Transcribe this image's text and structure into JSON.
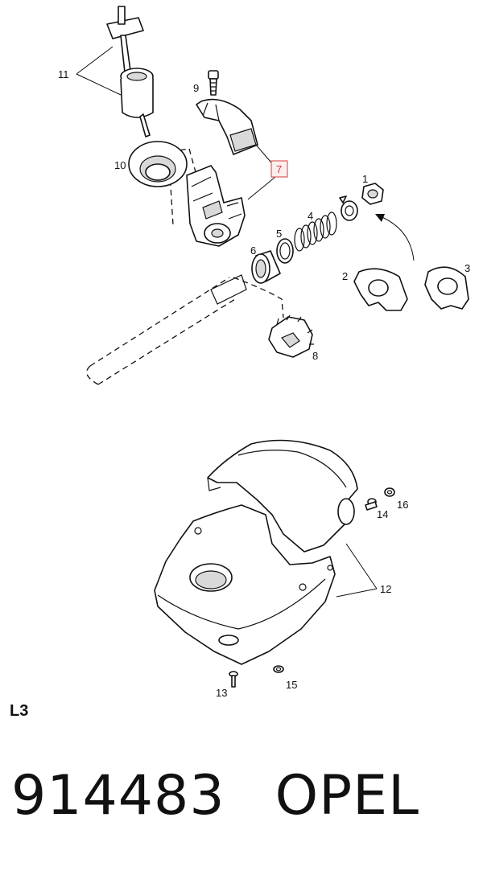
{
  "diagram": {
    "callouts": {
      "p1": "1",
      "p2": "2",
      "p3": "3",
      "p4": "4",
      "p5": "5",
      "p6": "6",
      "p7": "7",
      "p8": "8",
      "p9": "9",
      "p10": "10",
      "p11": "11",
      "p12": "12",
      "p13": "13",
      "p14": "14",
      "p15": "15",
      "p16": "16"
    },
    "highlighted_part": "7"
  },
  "section_label": "L3",
  "footer": {
    "part_number": "914483",
    "brand": "OPEL"
  },
  "colors": {
    "highlight_border": "#e05a5a",
    "highlight_fill": "#fdeeee",
    "line": "#111111"
  }
}
